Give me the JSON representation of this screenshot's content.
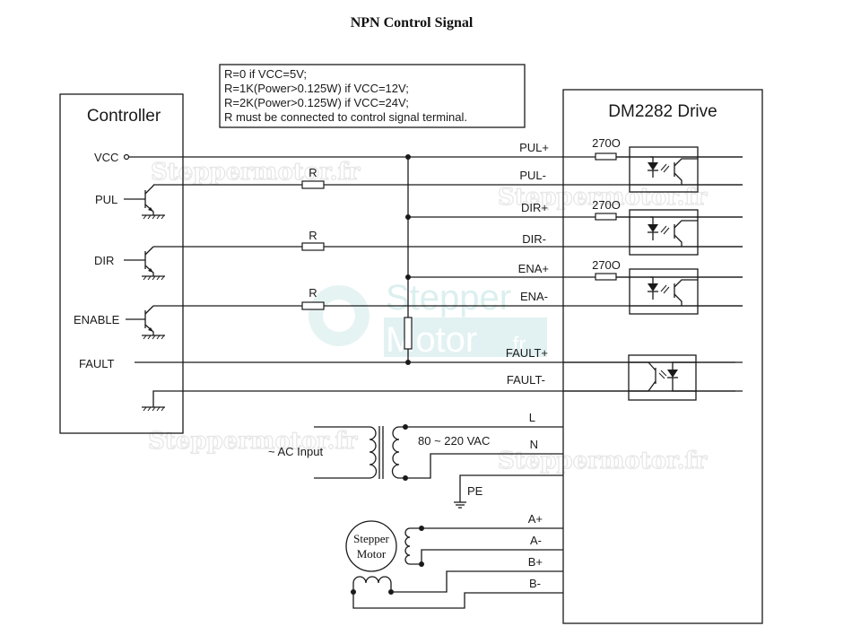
{
  "title": "NPN Control Signal",
  "note": {
    "lines": [
      "R=0 if VCC=5V;",
      "R=1K(Power>0.125W) if VCC=12V;",
      "R=2K(Power>0.125W) if VCC=24V;",
      "R must be connected to control signal terminal."
    ]
  },
  "controller": {
    "title": "Controller",
    "pins": {
      "vcc": "VCC",
      "pul": "PUL",
      "dir": "DIR",
      "enable": "ENABLE",
      "fault": "FAULT"
    }
  },
  "resistor_label": "R",
  "drive": {
    "title": "DM2282 Drive",
    "terminals": {
      "pul_plus": "PUL+",
      "pul_minus": "PUL-",
      "dir_plus": "DIR+",
      "dir_minus": "DIR-",
      "ena_plus": "ENA+",
      "ena_minus": "ENA-",
      "fault_plus": "FAULT+",
      "fault_minus": "FAULT-",
      "l": "L",
      "n": "N",
      "pe": "PE",
      "a_plus": "A+",
      "a_minus": "A-",
      "b_plus": "B+",
      "b_minus": "B-"
    },
    "input_resistor": "270O"
  },
  "power": {
    "ac_input": "~ AC Input",
    "voltage": "80 ~ 220 VAC"
  },
  "motor": {
    "line1": "Stepper",
    "line2": "Motor"
  },
  "watermark": {
    "text": "Steppermotor.fr",
    "logo_line1": "Stepper",
    "logo_line2": "Motor",
    "logo_suffix": ".fr"
  }
}
